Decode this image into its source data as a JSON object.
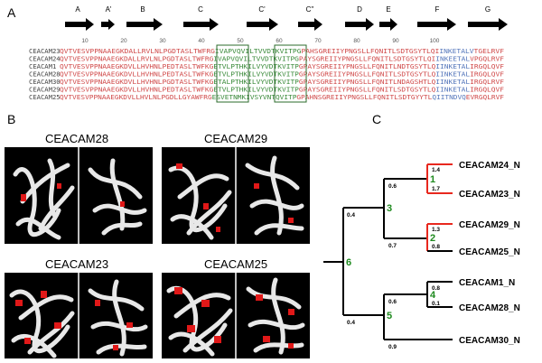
{
  "panels": {
    "a": "A",
    "b": "B",
    "c": "C"
  },
  "strand_labels": [
    "A",
    "A'",
    "B",
    "C",
    "C'",
    "C''",
    "D",
    "E",
    "F",
    "G"
  ],
  "ruler": [
    "10",
    "20",
    "30",
    "40",
    "50",
    "60",
    "70",
    "80",
    "90",
    "100"
  ],
  "alignment": [
    {
      "name": "CEACAM23",
      "seq": "QVTVESVPPNAAEGKDALLRVLNLPGDTASLTWFRGIVAPVQVILTVVDTKVITPGPAHSGREIIYPNGSLLFQNITLSDTGSYTLQIINKETALVTGELRVF"
    },
    {
      "name": "CEACAM24",
      "seq": "QVTVESVPPNAAEGKDALLRVLNLPGDTASLTWFRGIVAPVQVILTVVDTKVITPGPAYSGREIIYPNGSLLFQNITLSDTGSYTLQIINKEETALVPGQLRVF"
    },
    {
      "name": "CEACAM1",
      "seq": "QVTVESVPPNAAEGKDVLLHVHNLPEDTASLTWFKGETVLPTHKILVYVDTKVITPGPAYSGREIIYPNGSLLFQNITLNDTGSYTLQIINKETALIRGQLQVF"
    },
    {
      "name": "CEACAM28",
      "seq": "QVTVESVPPNAAEGKDVLLHVHNLPEDTASLTWFKGETVLPTHKILVYVDTKVITPGPAYSGREIIYPNGSLLFQNITLSDTGSYTLQIINKETALIRGQLQVF"
    },
    {
      "name": "CEACAM30",
      "seq": "QVTVESVPPNAAEGKDVLLHVHNLPGDTASLTWFKGETALPTHKILVYVDTKVITPGPAYSGREIIYPNGSLLFQNITLNDAGSHTLQIINKETALIRGQLRVF"
    },
    {
      "name": "CEACAM29",
      "seq": "QVTVESVPPNAAEGKDVLLHVHNLPEDTASLTWFKGETVLPTHKILVYVDTKVITPGPAYSGREIIYPNGSLLFQNITLSDTGSYTLQIINKETALIRGQLQVF"
    },
    {
      "name": "CEACAM25",
      "seq": "QVTVESVPPNAAEGKDVLLHVLNLPGDLLGYAWFRGESVETNMKIVSYVNTQVITPGPAHNSGREIIYPNGSLLFQNITLSDTGYYTLQIITNDVQEVRGQLRVF"
    }
  ],
  "structures": [
    {
      "title": "CEACAM28"
    },
    {
      "title": "CEACAM29"
    },
    {
      "title": "CEACAM23"
    },
    {
      "title": "CEACAM25"
    }
  ],
  "tree": {
    "leaves": [
      "CEACAM24_N",
      "CEACAM23_N",
      "CEACAM29_N",
      "CEACAM25_N",
      "CEACAM1_N",
      "CEACAM28_N",
      "CEACAM30_N"
    ],
    "nodes": [
      "1",
      "2",
      "3",
      "4",
      "5",
      "6"
    ],
    "branch_values": [
      "1.4",
      "1.7",
      "1.3",
      "0.8",
      "0.8",
      "0.1",
      "0.6",
      "0.7",
      "0.6",
      "0.9",
      "0.4",
      "0.4"
    ],
    "colors": {
      "selected": "#e8281e",
      "node": "#1f8a1f",
      "line": "#000000"
    }
  }
}
